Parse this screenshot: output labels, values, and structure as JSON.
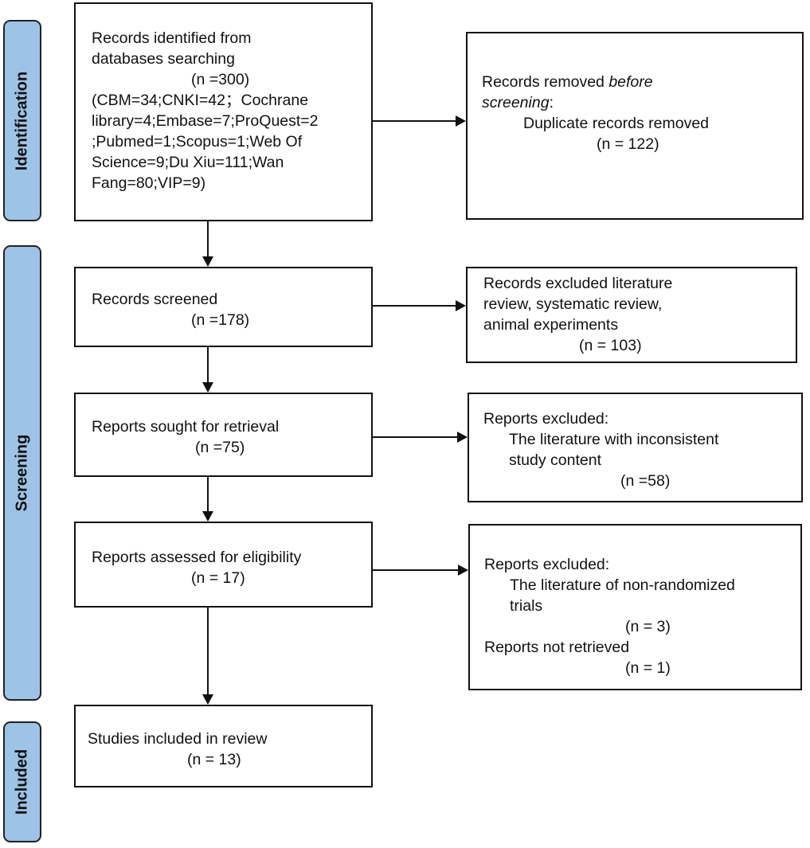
{
  "phases": {
    "identification": "Identification",
    "screening": "Screening",
    "included": "Included"
  },
  "identification_box": {
    "lines": [
      "Records identified from",
      "databases searching",
      "(n =300)",
      "(CBM=34;CNKI=42；Cochrane",
      "library=4;Embase=7;ProQuest=2",
      ";Pubmed=1;Scopus=1;Web Of",
      "Science=9;Du Xiu=111;Wan",
      "Fang=80;VIP=9)"
    ]
  },
  "removed_box": {
    "line1": "Records removed ",
    "line1_italic": "before",
    "line2_italic": "screening",
    ":": ":",
    "line3": "Duplicate records removed",
    "line4": "(n = 122)"
  },
  "screened_box": {
    "lines": [
      "Records screened",
      "(n =178)"
    ]
  },
  "screened_excluded_box": {
    "lines": [
      "Records excluded literature",
      "review, systematic review,",
      "animal experiments",
      "(n = 103)"
    ]
  },
  "sought_box": {
    "lines": [
      "Reports sought for retrieval",
      "(n =75)"
    ]
  },
  "sought_excluded_box": {
    "lines": [
      "Reports excluded:",
      "The literature with inconsistent",
      "study content",
      "(n =58)"
    ]
  },
  "assessed_box": {
    "lines": [
      "Reports assessed for eligibility",
      "(n = 17)"
    ]
  },
  "assessed_excluded_box": {
    "lines": [
      "Reports excluded:",
      "The literature of non-randomized",
      "trials",
      "(n = 3)",
      "Reports not retrieved",
      "(n = 1)"
    ]
  },
  "included_box": {
    "lines": [
      "Studies included in review",
      "(n = 13)"
    ]
  },
  "colors": {
    "phase_fill": "#9dc3e6",
    "stroke": "#111111"
  }
}
